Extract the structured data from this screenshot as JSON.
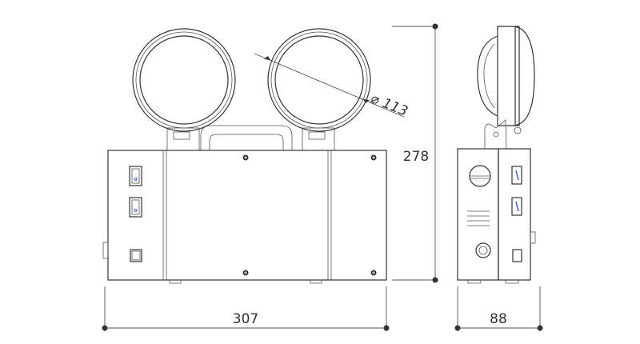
{
  "drawing": {
    "front_view": {
      "diameter_label": "113",
      "diameter_symbol": "⌀"
    },
    "dimensions": {
      "height": "278",
      "width": "307",
      "depth": "88"
    }
  },
  "colors": {
    "line": "#333333",
    "switch_accent": "#3b5bd6",
    "hinge_accent": "#5aa05a"
  }
}
